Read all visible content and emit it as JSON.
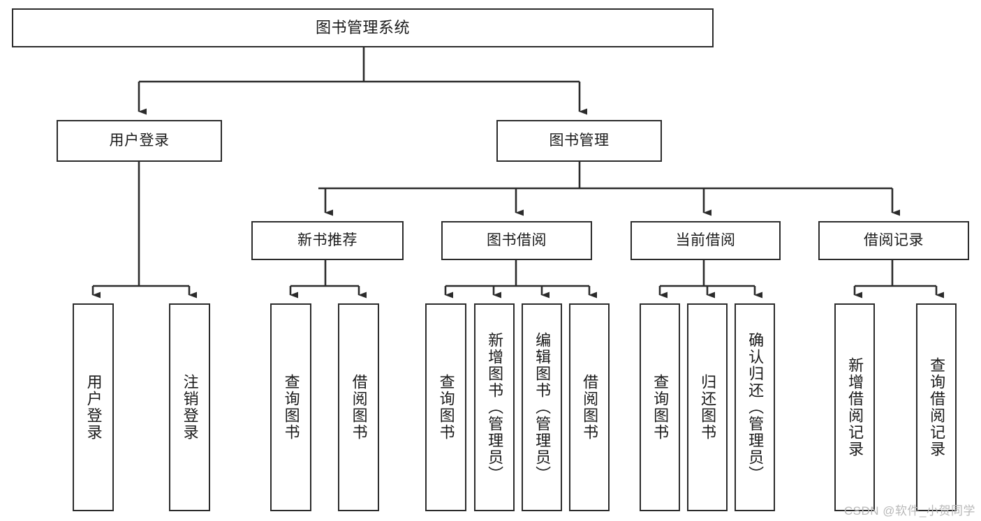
{
  "diagram": {
    "title": "图书管理系统",
    "watermark": "CSDN @软件_小贺同学",
    "line_color": "#2b2b2b",
    "box_fill": "#ffffff",
    "text_color": "#1a1a1a",
    "watermark_color": "#b8b8b8",
    "root": {
      "label": "图书管理系统"
    },
    "level2": [
      {
        "label": "用户登录"
      },
      {
        "label": "图书管理"
      }
    ],
    "level3": [
      {
        "label": "新书推荐"
      },
      {
        "label": "图书借阅"
      },
      {
        "label": "当前借阅"
      },
      {
        "label": "借阅记录"
      }
    ],
    "leaves": [
      {
        "label": "用户登录"
      },
      {
        "label": "注销登录"
      },
      {
        "label": "查询图书"
      },
      {
        "label": "借阅图书"
      },
      {
        "label": "查询图书"
      },
      {
        "label": "新增图书（管理员）"
      },
      {
        "label": "编辑图书（管理员）"
      },
      {
        "label": "借阅图书"
      },
      {
        "label": "查询图书"
      },
      {
        "label": "归还图书"
      },
      {
        "label": "确认归还（管理员）"
      },
      {
        "label": "新增借阅记录"
      },
      {
        "label": "查询借阅记录"
      }
    ]
  }
}
